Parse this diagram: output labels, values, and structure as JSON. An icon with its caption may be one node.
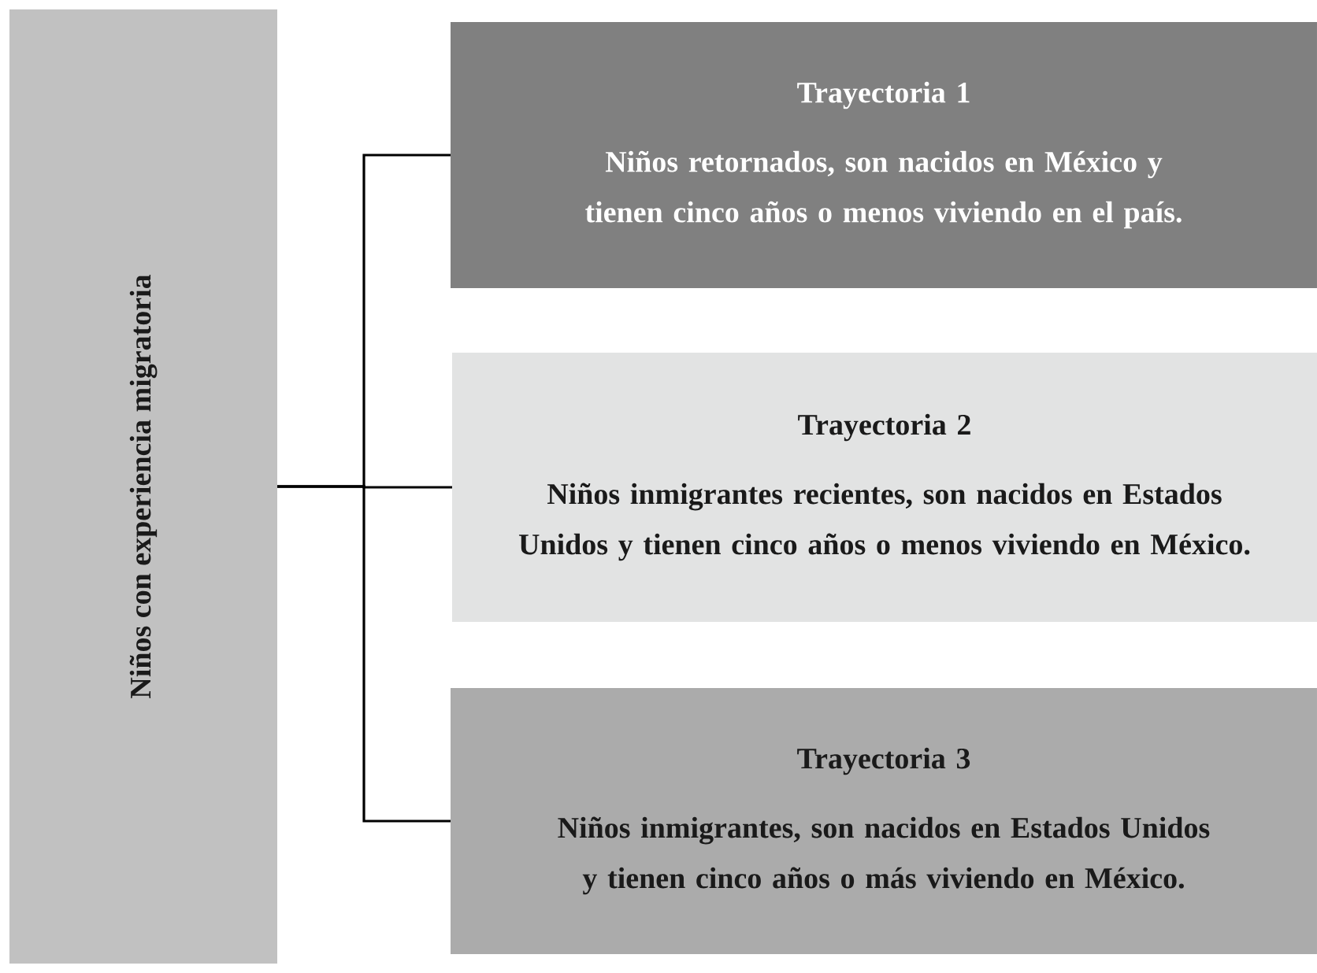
{
  "diagram": {
    "nodes": [
      {
        "text": [
          "Niños con experiencia migratoria"
        ]
      },
      {
        "text": [
          "Trayectoria 1",
          "Niños retornados, son nacidos en México y tienen cinco años o menos viviendo en el país."
        ]
      },
      {
        "text": [
          "Trayectoria 2",
          "Niños inmigrantes recientes, son nacidos en Estados Unidos y tienen cinco años o menos viviendo en México."
        ]
      },
      {
        "text": [
          "Trayectoria 3",
          "Niños inmigrantes, son nacidos en Estados Unidos y tienen cinco años o más viviendo en México."
        ]
      }
    ],
    "edges": [
      {
        "from": 0,
        "to": 1,
        "arrow": "none"
      },
      {
        "from": 0,
        "to": 2,
        "arrow": "none"
      },
      {
        "from": 0,
        "to": 3,
        "arrow": "none"
      }
    ]
  }
}
